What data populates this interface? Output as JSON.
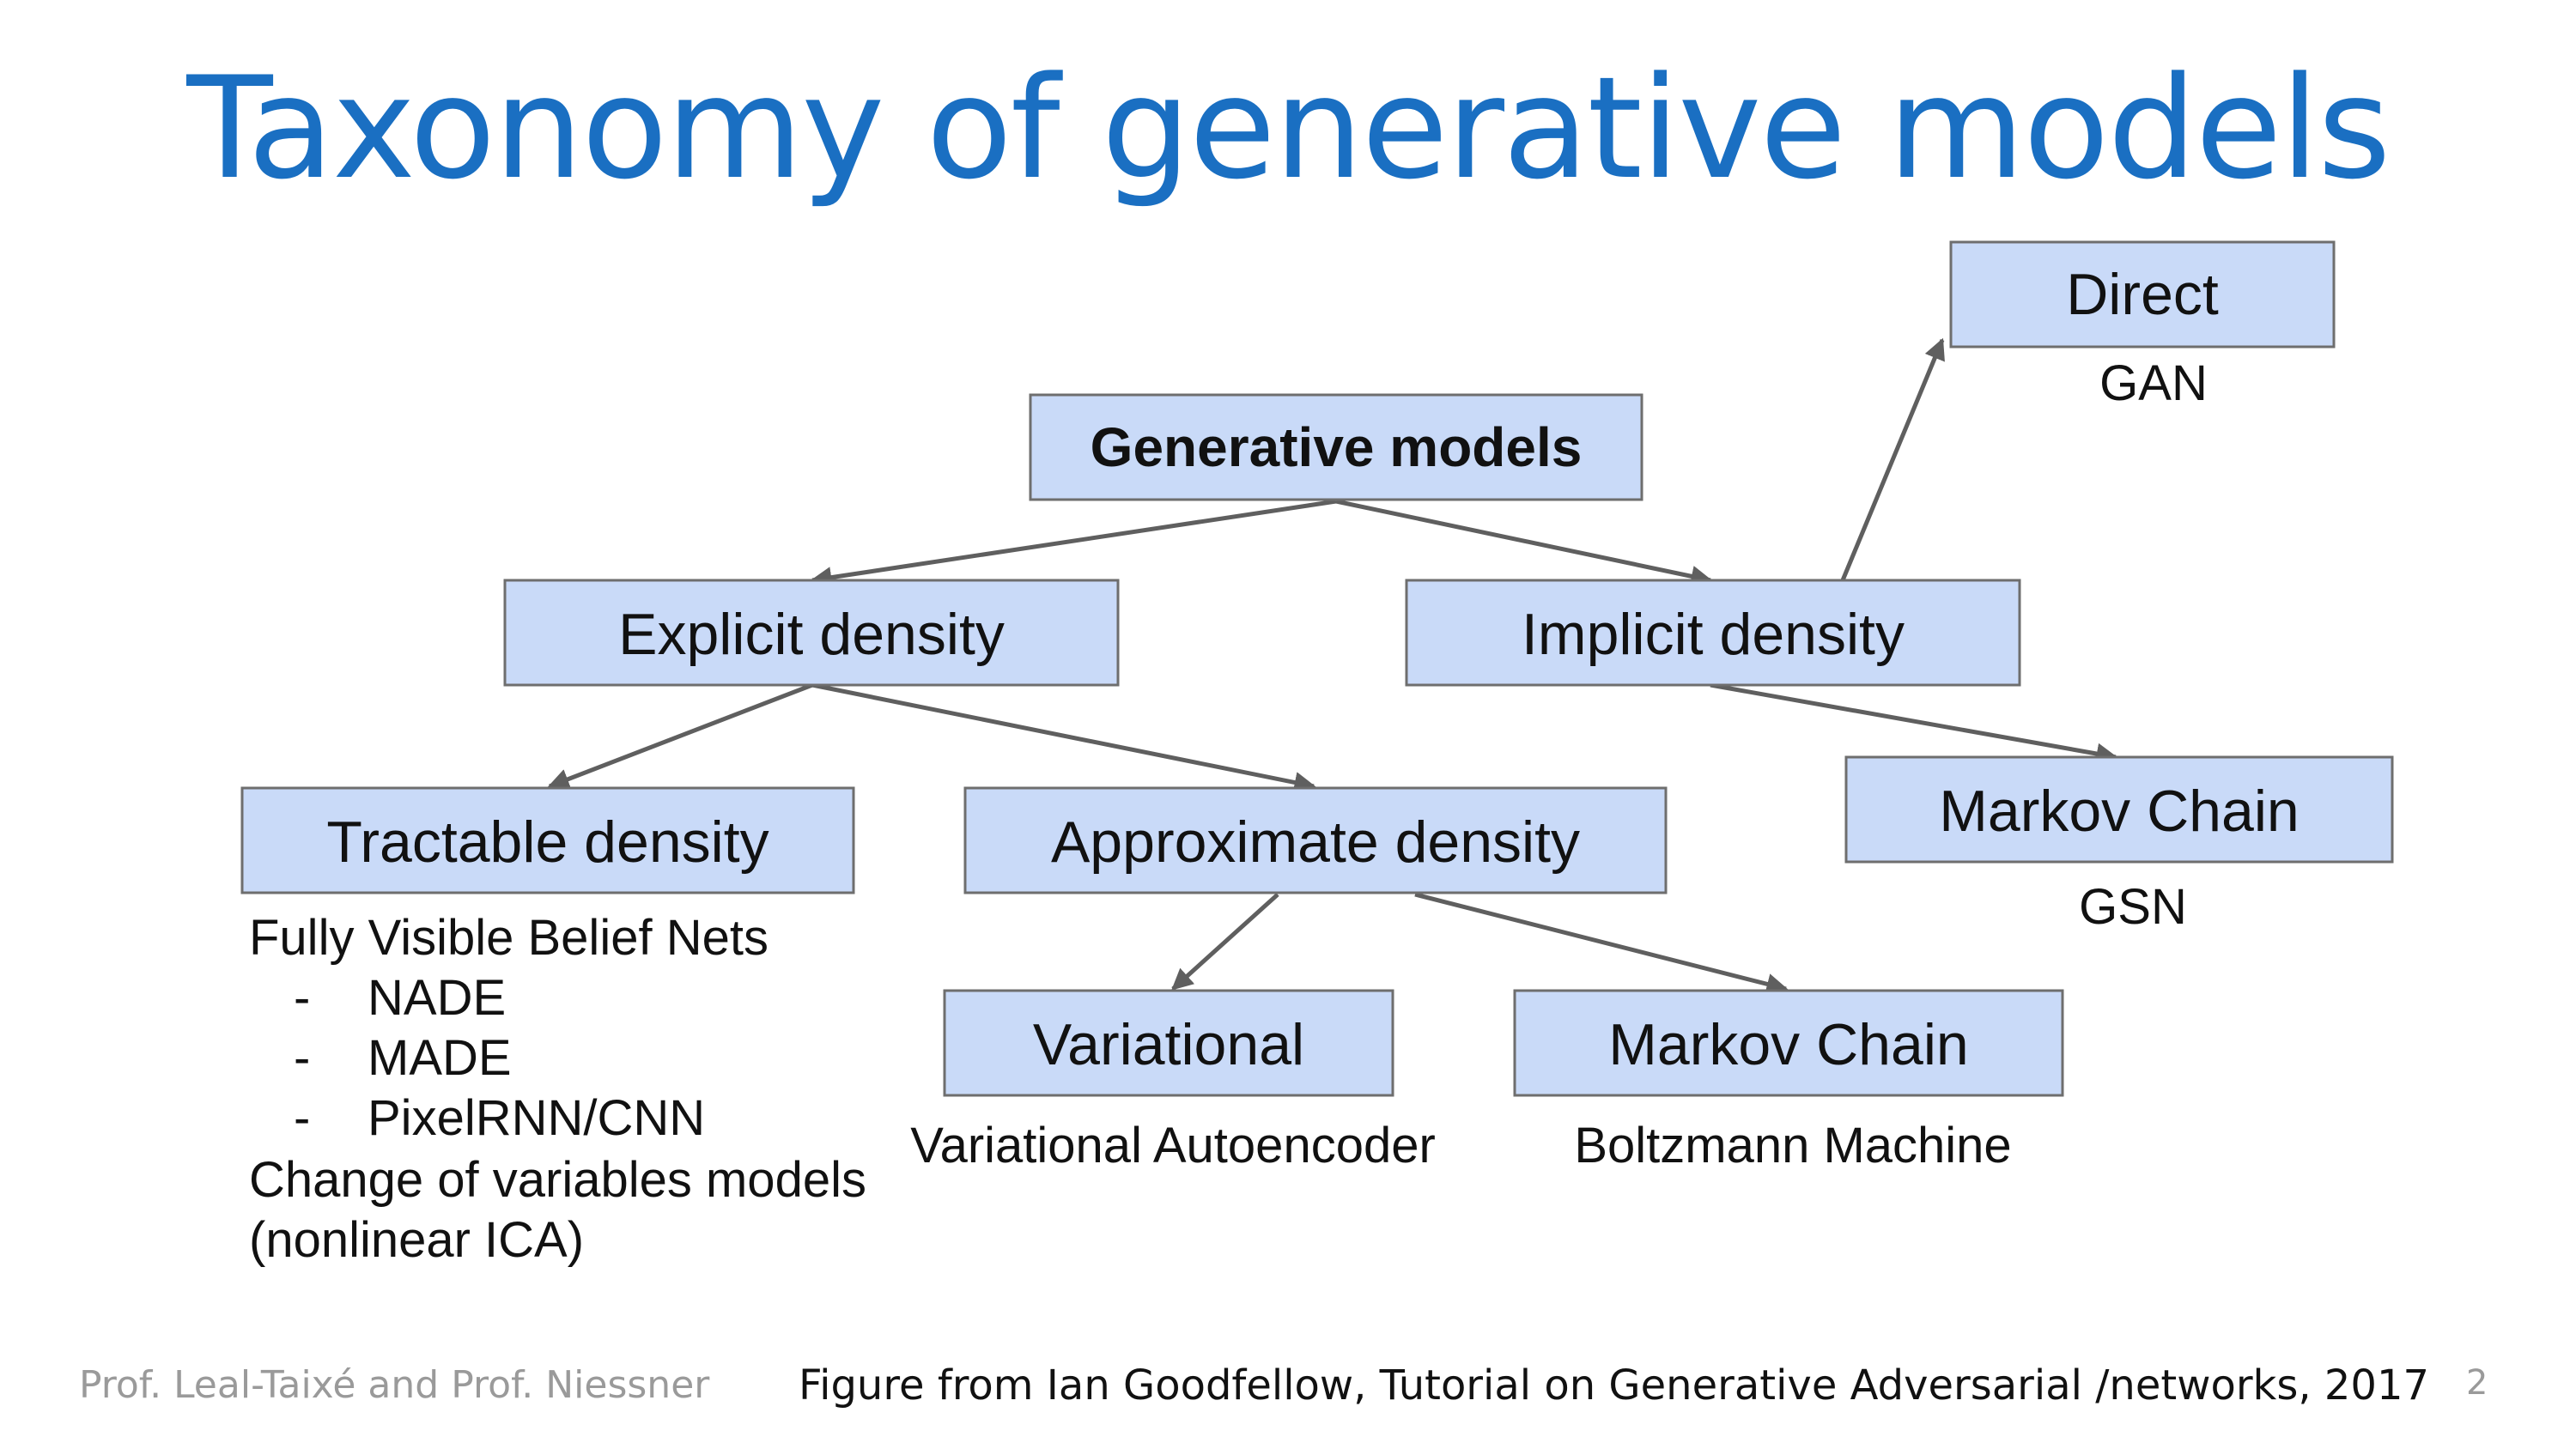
{
  "title": "Taxonomy of generative models",
  "nodes": {
    "generative": "Generative models",
    "explicit": "Explicit density",
    "implicit": "Implicit density",
    "direct": "Direct",
    "tractable": "Tractable density",
    "approximate": "Approximate density",
    "markov_implicit": "Markov Chain",
    "variational": "Variational",
    "markov_approx": "Markov Chain"
  },
  "captions": {
    "gan": "GAN",
    "gsn": "GSN",
    "vae": "Variational Autoencoder",
    "boltzmann": "Boltzmann Machine"
  },
  "tractable_list": {
    "heading": "Fully Visible Belief Nets",
    "bullet": "-",
    "items": [
      "NADE",
      "MADE",
      "PixelRNN/CNN"
    ],
    "line2": "Change of variables models",
    "line3": "(nonlinear ICA)"
  },
  "footer": {
    "authors": "Prof. Leal-Taixé and Prof. Niessner",
    "source": "Figure from Ian Goodfellow, Tutorial on Generative Adversarial /networks, 2017",
    "page": "2"
  },
  "colors": {
    "title": "#1a6fc2",
    "box_fill": "#c9daf8",
    "box_stroke": "#6e6e6e",
    "edge": "#5f5f5f"
  }
}
